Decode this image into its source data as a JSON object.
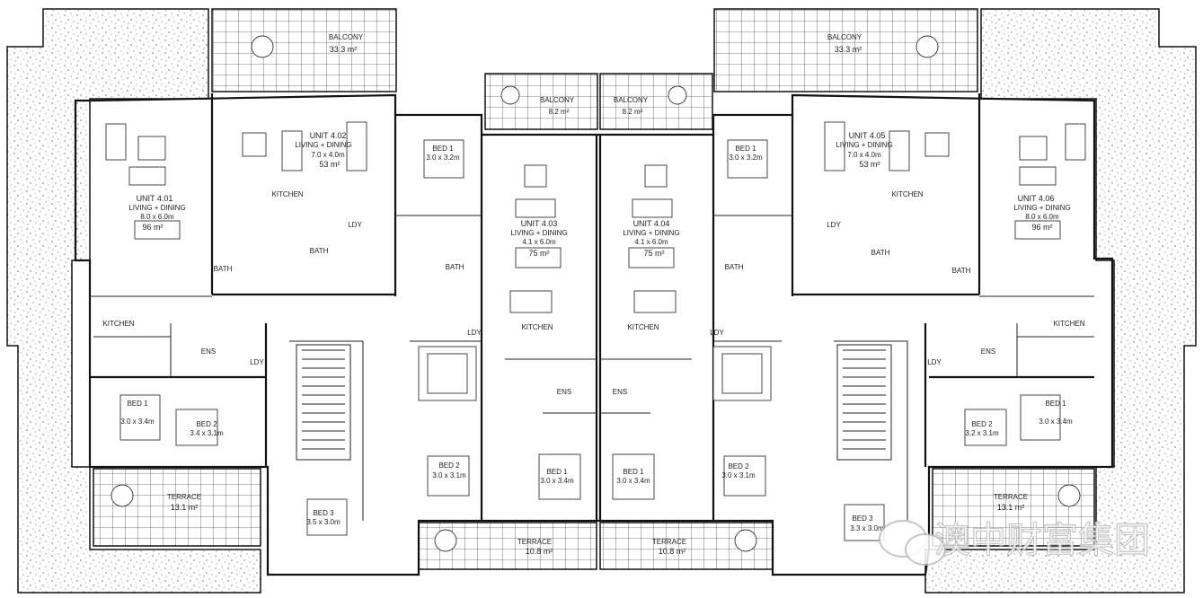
{
  "units": {
    "u401": {
      "name": "UNIT 4.01",
      "room": "LIVING + DINING",
      "dims": "8.0 x 6.0m",
      "area": "96 m²"
    },
    "u402": {
      "name": "UNIT 4.02",
      "room": "LIVING + DINING",
      "dims": "7.0 x 4.0m",
      "area": "53 m²"
    },
    "u403": {
      "name": "UNIT 4.03",
      "room": "LIVING + DINING",
      "dims": "4.1 x 6.0m",
      "area": "75 m²"
    },
    "u404": {
      "name": "UNIT 4.04",
      "room": "LIVING + DINING",
      "dims": "4.1 x 6.0m",
      "area": "75 m²"
    },
    "u405": {
      "name": "UNIT 4.05",
      "room": "LIVING + DINING",
      "dims": "7.0 x 4.0m",
      "area": "53 m²"
    },
    "u406": {
      "name": "UNIT 4.06",
      "room": "LIVING + DINING",
      "dims": "8.0 x 6.0m",
      "area": "96 m²"
    }
  },
  "balconies": [
    {
      "label": "BALCONY",
      "area": "33.3 m²"
    },
    {
      "label": "BALCONY",
      "area": "8.2 m²"
    },
    {
      "label": "BALCONY",
      "area": "8.2 m²"
    },
    {
      "label": "BALCONY",
      "area": "33.3 m²"
    }
  ],
  "terraces": [
    {
      "label": "TERRACE",
      "area": "13.1 m²"
    },
    {
      "label": "TERRACE",
      "area": "10.8 m²"
    },
    {
      "label": "TERRACE",
      "area": "10.8 m²"
    },
    {
      "label": "TERRACE",
      "area": "13.1 m²"
    }
  ],
  "bedrooms": [
    {
      "label": "BED 1",
      "dims": "3.0 x 3.2m"
    },
    {
      "label": "BED 1",
      "dims": "3.0 x 3.2m"
    },
    {
      "label": "BED 1",
      "dims": "3.0 x 3.4m"
    },
    {
      "label": "BED 2",
      "dims": "3.4 x 3.1m"
    },
    {
      "label": "BED 1",
      "dims": "3.0 x 3.4m"
    },
    {
      "label": "BED 2",
      "dims": "3.2 x 3.1m"
    },
    {
      "label": "BED 2",
      "dims": "3.0 x 3.1m"
    },
    {
      "label": "BED 1",
      "dims": "3.0 x 3.4m"
    },
    {
      "label": "BED 1",
      "dims": "3.0 x 3.4m"
    },
    {
      "label": "BED 2",
      "dims": "3.0 x 3.1m"
    },
    {
      "label": "BED 3",
      "dims": "3.5 x 3.0m"
    },
    {
      "label": "BED 3",
      "dims": "3.3 x 3.0m"
    }
  ],
  "rooms": {
    "kitchen": "KITCHEN",
    "bath": "BATH",
    "laundry": "LDY",
    "ensuite": "ENS"
  },
  "watermark": "澳中财富集团"
}
